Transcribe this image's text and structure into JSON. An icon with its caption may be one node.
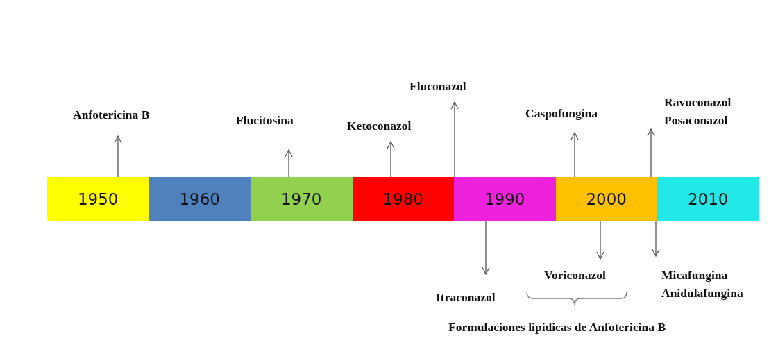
{
  "diagram": {
    "nodes": [
      {
        "text": [
          "1950"
        ]
      },
      {
        "text": [
          "1960"
        ]
      },
      {
        "text": [
          "1970"
        ]
      },
      {
        "text": [
          "1980"
        ]
      },
      {
        "text": [
          "1990"
        ]
      },
      {
        "text": [
          "2000"
        ]
      },
      {
        "text": [
          "2010"
        ]
      },
      {
        "text": [
          "Anfotericina B"
        ]
      },
      {
        "text": [
          "Flucitosina"
        ]
      },
      {
        "text": [
          "Ketoconazol"
        ]
      },
      {
        "text": [
          "Fluconazol"
        ]
      },
      {
        "text": [
          "Caspofungina"
        ]
      },
      {
        "text": [
          "Ravuconazol",
          "Posaconazol"
        ]
      },
      {
        "text": [
          "Itraconazol"
        ]
      },
      {
        "text": [
          "Voriconazol"
        ]
      },
      {
        "text": [
          "Micafungina",
          "Anidulafungina"
        ]
      }
    ],
    "edges": [
      {
        "from": 0,
        "to": 7,
        "arrow": "to"
      },
      {
        "from": 2,
        "to": 8,
        "arrow": "to"
      },
      {
        "from": 3,
        "to": 9,
        "arrow": "to"
      },
      {
        "from": 4,
        "to": 10,
        "arrow": "to"
      },
      {
        "from": 5,
        "to": 11,
        "arrow": "to"
      },
      {
        "from": 5,
        "to": 12,
        "arrow": "to"
      },
      {
        "from": 4,
        "to": 13,
        "arrow": "to"
      },
      {
        "from": 5,
        "to": 14,
        "arrow": "to"
      },
      {
        "from": 5,
        "to": 15,
        "arrow": "to"
      }
    ],
    "labels": [
      "Formulaciones lipidicas de Anfotericina B"
    ]
  }
}
